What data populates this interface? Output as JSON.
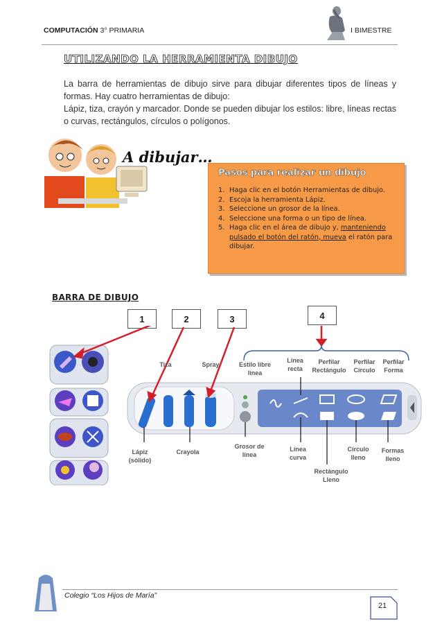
{
  "header": {
    "subject": "COMPUTACIÓN",
    "grade": "3° PRIMARIA",
    "term": "I BIMESTRE"
  },
  "title": "UTILIZANDO LA HERRAMIENTA DIBUJO",
  "intro": {
    "line1": "La barra de herramientas de dibujo sirve para dibujar diferentes tipos de líneas y formas. Hay cuatro herramientas de dibujo:",
    "line2": "Lápiz, tiza, crayón y marcador. Donde se pueden dibujar los estilos: libre, líneas rectas o curvas, rectángulos, círculos o polígonos."
  },
  "illustration_caption": "A dibujar…",
  "steps": {
    "heading": "Pasos para realizar un dibujo",
    "items": [
      {
        "n": "1.",
        "text": "Haga clic en el botón Herramientas de dibujo."
      },
      {
        "n": "2.",
        "text": "Escoja la herramienta Lápiz."
      },
      {
        "n": "3.",
        "text": "Seleccione un grosor de la línea."
      },
      {
        "n": "4.",
        "text": "Seleccione una forma o un tipo de línea."
      },
      {
        "n": "5.",
        "text_a": "Haga clic en el área de dibujo y,",
        "text_b": "manteniendo pulsado el botón del ratón, mueva",
        "text_c": " el ratón para dibujar."
      }
    ]
  },
  "barra": {
    "title": "BARRA DE DIBUJO",
    "numbers": [
      "1",
      "2",
      "3",
      "4"
    ],
    "labels": {
      "tiza": "Tiza",
      "spray": "Spray",
      "estilo_libre_a": "Estilo libre",
      "estilo_libre_b": "línea",
      "linea_recta_a": "Línea",
      "linea_recta_b": "recta",
      "perfilar_rect_a": "Perfilar",
      "perfilar_rect_b": "Rectángulo",
      "perfilar_circ_a": "Perfilar",
      "perfilar_circ_b": "Círculo",
      "perfilar_forma_a": "Perfilar",
      "perfilar_forma_b": "Forma",
      "lapiz_a": "Lápiz",
      "lapiz_b": "(sólido)",
      "crayola": "Crayola",
      "grosor_a": "Grosor de",
      "grosor_b": "línea",
      "linea_curva_a": "Línea",
      "linea_curva_b": "curva",
      "circulo_lleno_a": "Círculo",
      "circulo_lleno_b": "lleno",
      "formas_lleno_a": "Formas",
      "formas_lleno_b": "lleno",
      "rect_lleno_a": "Rectángulo",
      "rect_lleno_b": "Lleno"
    }
  },
  "footer": {
    "school": "Colegio “Los Hijos de María”",
    "page": "21"
  },
  "colors": {
    "steps_box": "#f79a48",
    "arrow_red": "#d41f2b",
    "brace_blue": "#3a5db0",
    "toolbar_blue": "#2a6fd0"
  }
}
